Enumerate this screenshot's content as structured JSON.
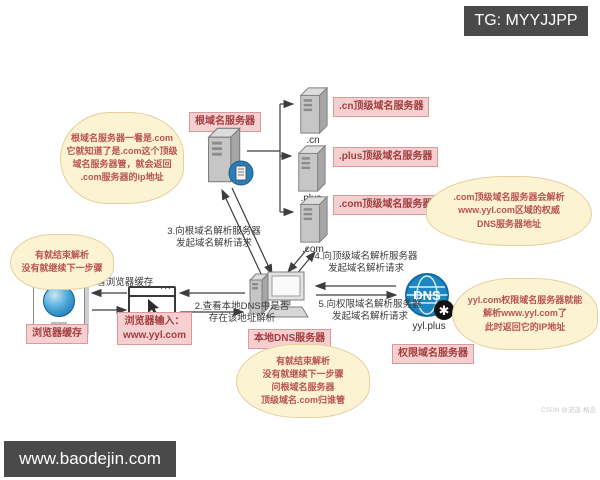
{
  "badges": {
    "tg": "TG: MYYJJPP",
    "site": "www.baodejin.com",
    "credit": "CSDN @流逝·格念"
  },
  "colors": {
    "label_bg": "#f6d0d0",
    "label_text": "#a33d3d",
    "cloud_bg": "#fcf3d2",
    "cloud_text": "#b85450",
    "badge_bg": "#4a4a4a",
    "dns_blue": "#1b86c0",
    "arrow": "#3d3d3d"
  },
  "nodes": {
    "root": {
      "label": "根域名服务器"
    },
    "tld_cn": {
      "label": ".cn顶级域名服务器",
      "caption": ".cn"
    },
    "tld_plus": {
      "label": ".plus顶级域名服务器",
      "caption": ".plus"
    },
    "tld_com": {
      "label": ".com顶级域名服务器",
      "caption": ".com"
    },
    "cache": {
      "label": "浏览器缓存"
    },
    "browser": {
      "label_lines": [
        "浏览器输入：",
        "www.yyl.com"
      ]
    },
    "local_dns": {
      "label": "本地DNS服务器"
    },
    "auth": {
      "label": "权限域名服务器",
      "caption": "yyl.plus",
      "icon_text": "DNS",
      "badge_glyph": "✱"
    }
  },
  "steps": {
    "s1": {
      "lines": [
        "1.查看浏览器缓存"
      ]
    },
    "s2": {
      "lines": [
        "2.查看本地DNS中是否",
        "存在该地址解析"
      ]
    },
    "s3": {
      "lines": [
        "3.向根域名解析服务器",
        "发起域名解析请求"
      ]
    },
    "s4": {
      "lines": [
        "4.向顶级域名解析服务器",
        "发起域名解析请求"
      ]
    },
    "s5": {
      "lines": [
        "5.向权限域名解析服务器",
        "发起域名解析请求"
      ]
    }
  },
  "notes": {
    "root": {
      "lines": [
        "根域名服务器一看是.com",
        "它就知道了是.com这个顶级",
        "域名服务器管，就会返回",
        ".com服务器的ip地址"
      ]
    },
    "cache": {
      "lines": [
        "有就结束解析",
        "没有就继续下一步骤"
      ]
    },
    "tld_com": {
      "lines": [
        ".com顶级域名服务器会解析",
        "www.yyl.com区域的权威",
        "DNS服务器地址"
      ]
    },
    "auth": {
      "lines": [
        "yyl.com权限域名服务器就能",
        "解析www.yyl.com了",
        "此时返回它的IP地址"
      ]
    },
    "local_dns": {
      "lines": [
        "有就结束解析",
        "没有就继续下一步骤",
        "问根域名服务器",
        "顶级域名.com归谁管"
      ]
    }
  }
}
